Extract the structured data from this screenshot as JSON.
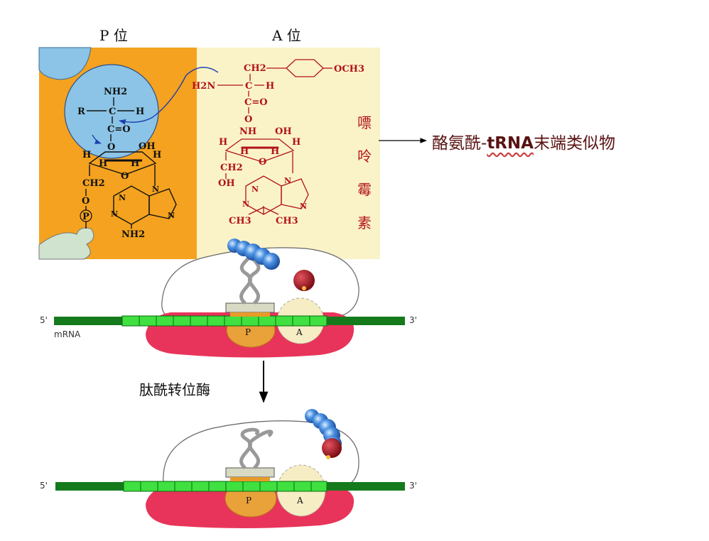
{
  "labels": {
    "p_site": "P 位",
    "a_site": "A 位",
    "puromycin_chars": [
      "嘌",
      "呤",
      "霉",
      "素"
    ],
    "callout_prefix": "酪氨酰-",
    "callout_trna": "tRNA",
    "callout_suffix": "末端类似物",
    "enzyme": "肽酰转位酶",
    "five_prime": "5'",
    "three_prime": "3'",
    "mrna": "mRNA",
    "p": "P",
    "a": "A"
  },
  "chem_left": {
    "nh2": "NH2",
    "r": "R",
    "c": "C",
    "h": "H",
    "c_eq_o": "C=O",
    "o": "O",
    "oh": "OH",
    "ch2": "CH2",
    "p": "P",
    "n": "N"
  },
  "chem_right": {
    "ch2": "CH2",
    "och3": "OCH3",
    "h2n": "H2N",
    "c": "C",
    "h": "H",
    "c_eq_o": "C=O",
    "o": "O",
    "nh": "NH",
    "oh": "OH",
    "ch3": "CH3",
    "n": "N"
  },
  "colors": {
    "orange_panel": "#f4a21f",
    "cream_panel": "#fbf3c8",
    "mrna_dark": "#157a1c",
    "mrna_light": "#3fe03f",
    "ribosome_large": "#e8345a",
    "p_site_fill": "#e9a13a",
    "a_site_fill": "#f6edc4",
    "bead_blue": "#3c82d8",
    "bead_red": "#a3141f",
    "puromycin_red": "#b1121b"
  }
}
